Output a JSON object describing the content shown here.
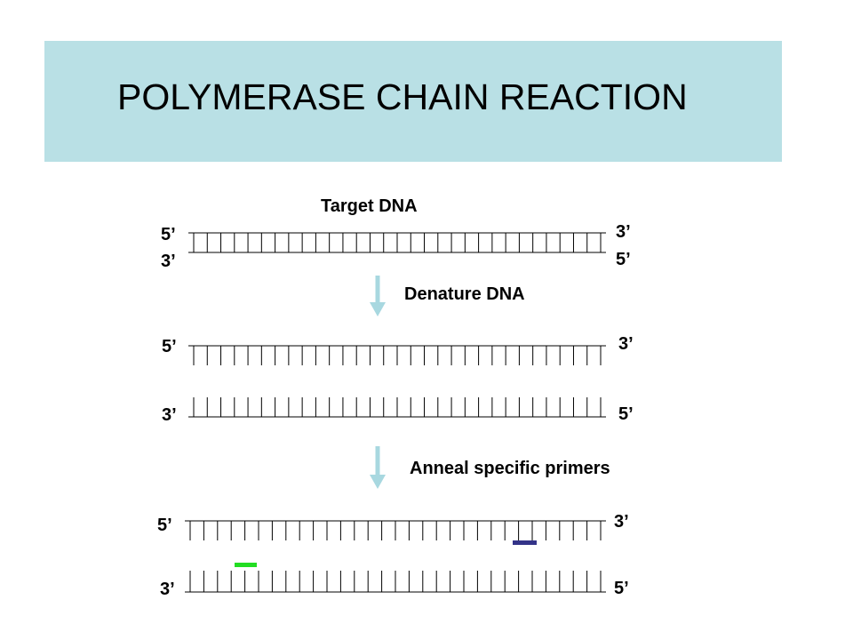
{
  "title": "POLYMERASE CHAIN REACTION",
  "steps": {
    "target": "Target DNA",
    "denature": "Denature DNA",
    "anneal": "Anneal specific primers"
  },
  "ends": {
    "five_prime": "5’",
    "three_prime": "3’"
  },
  "colors": {
    "banner": "#b9e0e5",
    "arrow": "#a8d8e0",
    "forward_primer": "#22dd22",
    "reverse_primer": "#333388"
  }
}
